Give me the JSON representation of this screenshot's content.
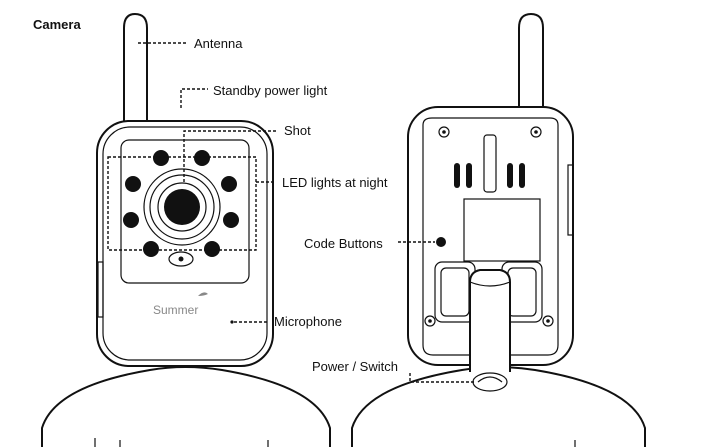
{
  "title": "Camera",
  "brand": "Summer",
  "labels": {
    "antenna": "Antenna",
    "standby": "Standby power light",
    "shot": "Shot",
    "led": "LED lights at night",
    "microphone": "Microphone",
    "code_buttons": "Code Buttons",
    "power_switch": "Power / Switch"
  }
}
